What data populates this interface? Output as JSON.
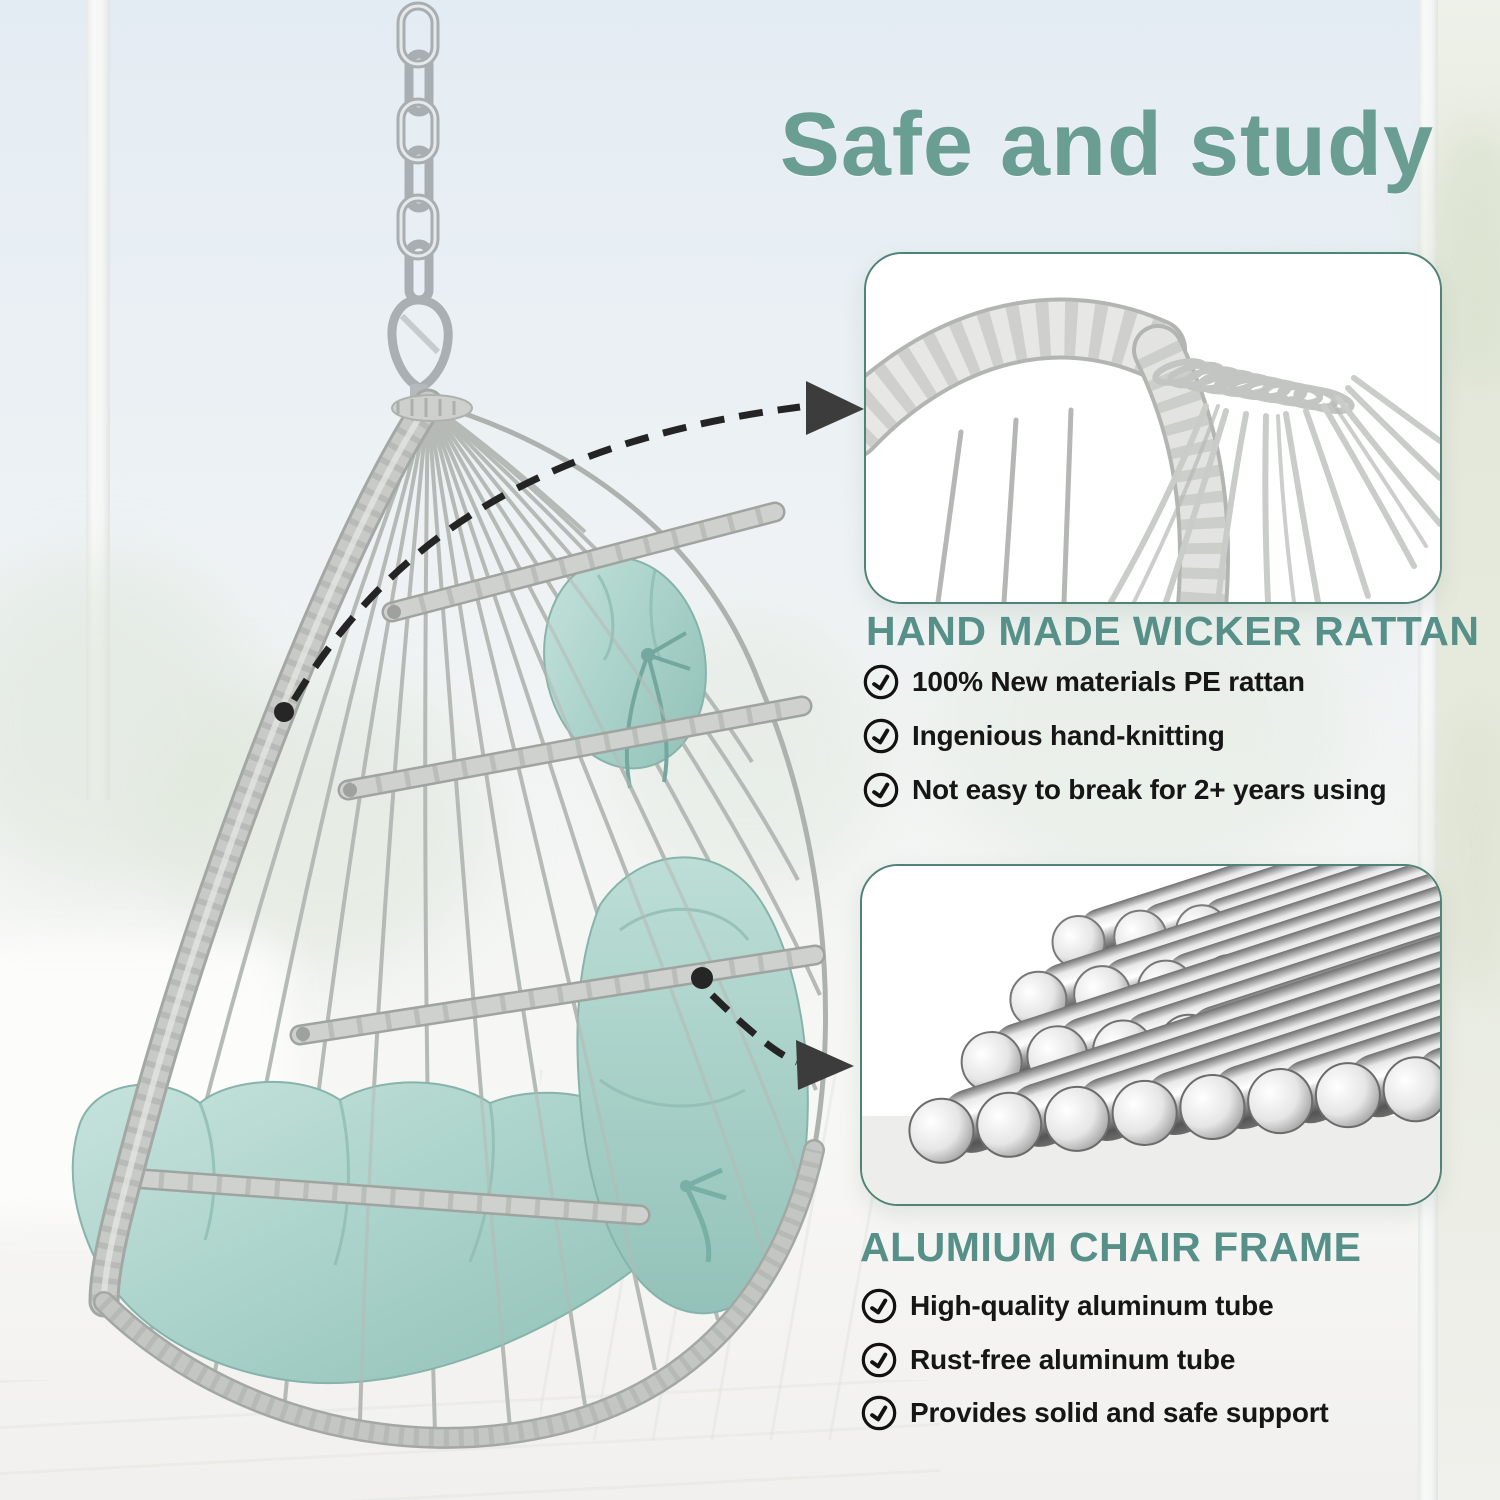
{
  "title": "Safe and study",
  "sections": [
    {
      "heading": "HAND MADE WICKER RATTAN",
      "items": [
        "100% New materials PE rattan",
        "Ingenious hand-knitting",
        "Not easy to break for 2+ years using"
      ],
      "bullet_icon": "check-circle-icon",
      "photo": "wicker-rattan-closeup-photo"
    },
    {
      "heading": "ALUMIUM CHAIR FRAME",
      "items": [
        "High-quality aluminum tube",
        "Rust-free aluminum tube",
        "Provides solid and safe support"
      ],
      "bullet_icon": "check-circle-icon",
      "photo": "aluminum-tubes-stack-photo"
    }
  ],
  "graphics": {
    "chain": "hanging-chain",
    "carabiner": "carabiner-hook",
    "chair": "hanging-wicker-swing-chair",
    "arrows": [
      "callout-arrow-to-rattan-detail",
      "callout-arrow-to-frame-detail"
    ]
  },
  "colors": {
    "title_teal": "#6A9E92",
    "heading_teal": "#569089",
    "text_black": "#161616",
    "cushion_mint": "#A9D2CA",
    "frame_gray": "#C8CCC9",
    "arrow_black": "#2B2B2B",
    "card_border_teal": "#4E8376",
    "card_background": "#FFFFFF"
  }
}
